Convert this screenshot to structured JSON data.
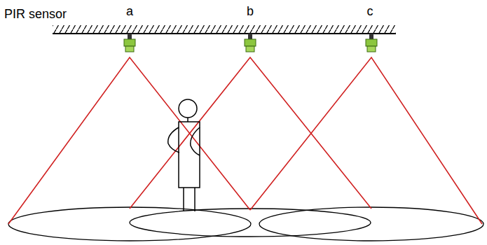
{
  "diagram": {
    "labels": [
      "PIR sensor",
      "a",
      "b",
      "c"
    ]
  }
}
